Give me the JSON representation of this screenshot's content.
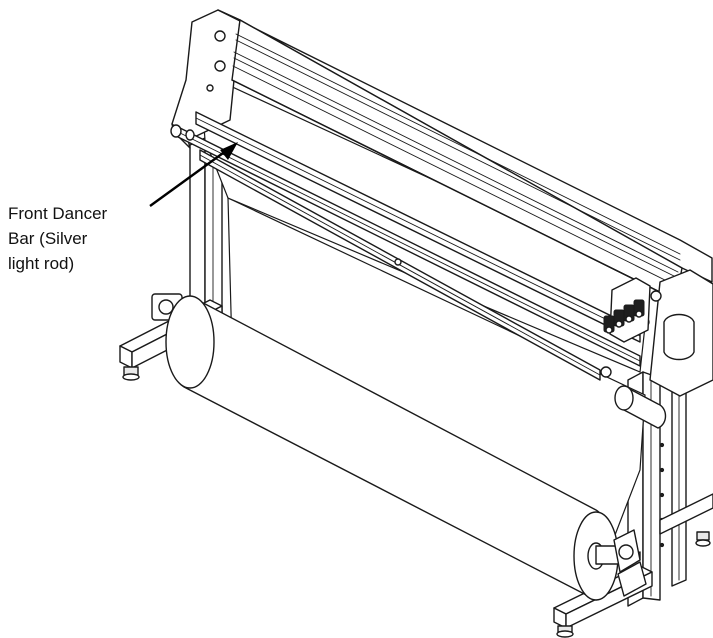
{
  "callout": {
    "lines": [
      "Front Dancer",
      "Bar (Silver",
      "light rod)"
    ]
  },
  "icons": {
    "arrow": "arrow-pointer-icon"
  },
  "colors": {
    "line": "#1a1a1a",
    "background": "#ffffff"
  }
}
